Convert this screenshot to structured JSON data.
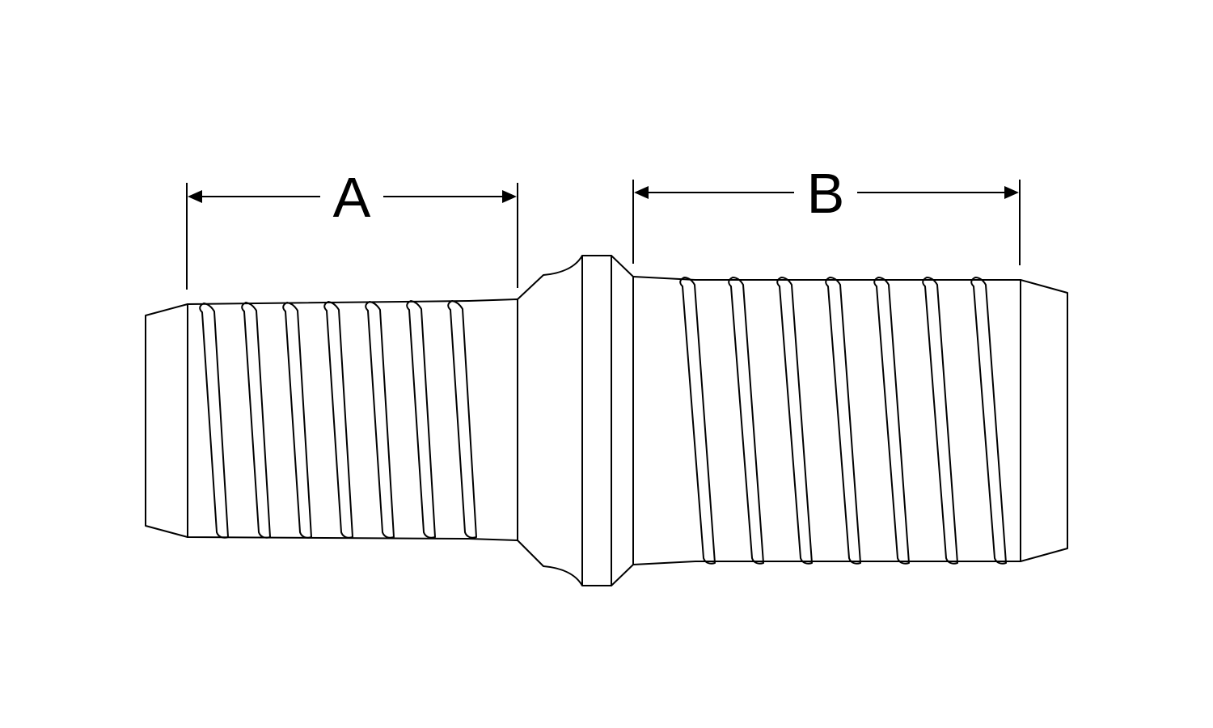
{
  "diagram": {
    "dimensions": [
      {
        "id": "A",
        "label": "A"
      },
      {
        "id": "B",
        "label": "B"
      }
    ],
    "colors": {
      "line": "#000000",
      "background": "#ffffff"
    }
  }
}
